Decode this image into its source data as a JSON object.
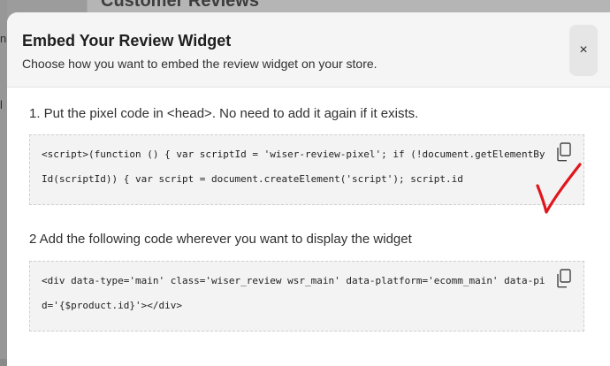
{
  "background": {
    "page_title": "Customer Reviews",
    "sidebar_fragments": [
      "n",
      "l"
    ]
  },
  "modal": {
    "title": "Embed Your Review Widget",
    "subtitle": "Choose how you want to embed the review widget on your store.",
    "close_label": "×",
    "steps": [
      {
        "label": "1. Put the pixel code in <head>. No need to add it again if it exists.",
        "code": "<script>(function () { var scriptId = 'wiser-review-pixel'; if (!document.getElementById(scriptId)) { var script = document.createElement('script'); script.id"
      },
      {
        "label": "2 Add the following code wherever you want to display the widget",
        "code": "<div data-type='main' class='wiser_review wsr_main' data-platform='ecomm_main' data-pid='{$product.id}'></div>"
      }
    ]
  },
  "icons": {
    "copy": "copy-icon",
    "checkmark": "red-checkmark-annotation",
    "close": "close-icon"
  },
  "colors": {
    "annotation": "#e0161d"
  }
}
